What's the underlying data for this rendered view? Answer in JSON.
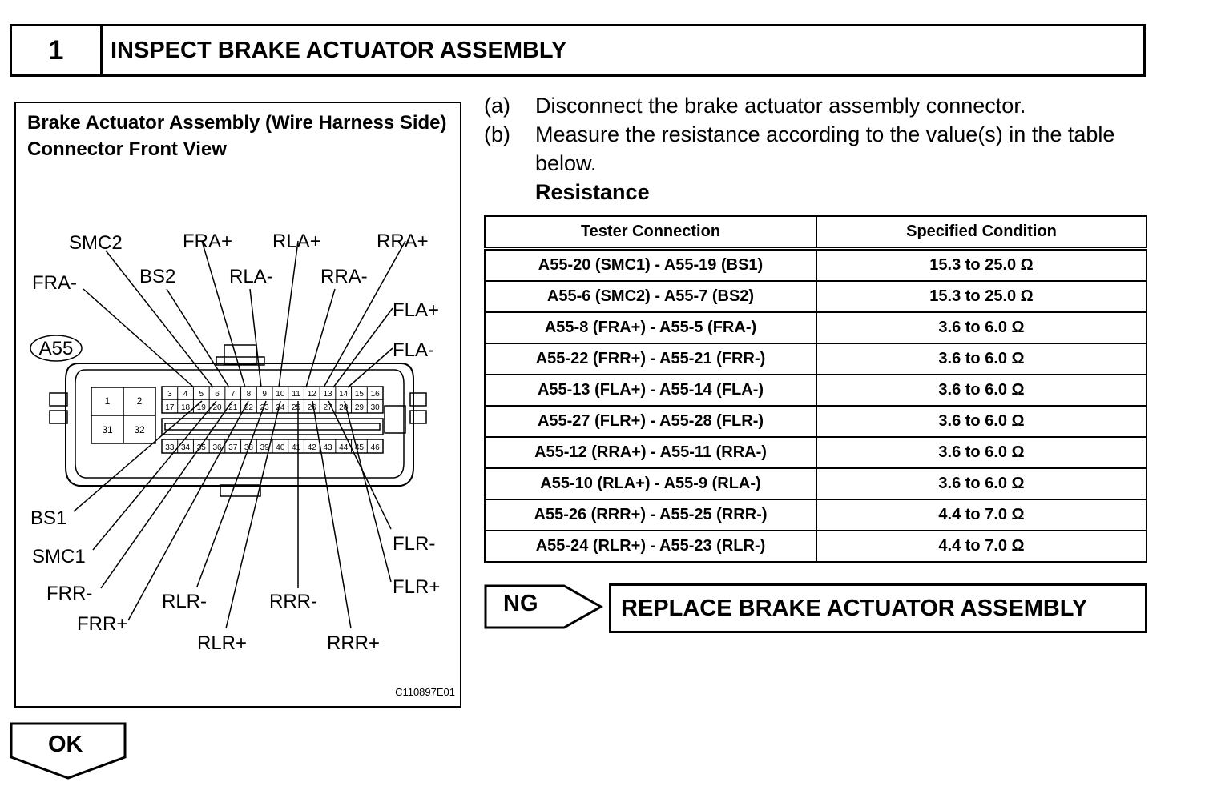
{
  "header": {
    "step_number": "1",
    "title": "INSPECT BRAKE ACTUATOR ASSEMBLY"
  },
  "figure": {
    "title": "Brake Actuator Assembly (Wire Harness Side) Connector Front View",
    "connector_id": "A55",
    "code": "C110897E01",
    "pins_left": [
      "1",
      "2",
      "31",
      "32"
    ],
    "pins_row1": [
      "3",
      "4",
      "5",
      "6",
      "7",
      "8",
      "9",
      "10",
      "11",
      "12",
      "13",
      "14",
      "15",
      "16"
    ],
    "pins_row2": [
      "17",
      "18",
      "19",
      "20",
      "21",
      "22",
      "23",
      "24",
      "25",
      "26",
      "27",
      "28",
      "29",
      "30"
    ],
    "pins_row3": [
      "33",
      "34",
      "35",
      "36",
      "37",
      "38",
      "39",
      "40",
      "41",
      "42",
      "43",
      "44",
      "45",
      "46"
    ],
    "labels": {
      "smc2": "SMC2",
      "fra_plus": "FRA+",
      "rla_plus": "RLA+",
      "rra_plus": "RRA+",
      "fra_minus": "FRA-",
      "bs2": "BS2",
      "rla_minus": "RLA-",
      "rra_minus": "RRA-",
      "fla_plus": "FLA+",
      "fla_minus": "FLA-",
      "bs1": "BS1",
      "smc1": "SMC1",
      "frr_minus": "FRR-",
      "frr_plus": "FRR+",
      "rlr_minus": "RLR-",
      "rrr_minus": "RRR-",
      "rlr_plus": "RLR+",
      "rrr_plus": "RRR+",
      "flr_minus": "FLR-",
      "flr_plus": "FLR+"
    }
  },
  "instructions": [
    {
      "letter": "(a)",
      "text": "Disconnect the brake actuator assembly connector."
    },
    {
      "letter": "(b)",
      "text": "Measure the resistance according to the value(s) in the table below."
    }
  ],
  "resistance_title": "Resistance",
  "table": {
    "headers": [
      "Tester Connection",
      "Specified Condition"
    ],
    "rows": [
      [
        "A55-20 (SMC1) - A55-19 (BS1)",
        "15.3 to 25.0 Ω"
      ],
      [
        "A55-6 (SMC2) - A55-7 (BS2)",
        "15.3 to 25.0 Ω"
      ],
      [
        "A55-8 (FRA+) - A55-5 (FRA-)",
        "3.6 to 6.0 Ω"
      ],
      [
        "A55-22 (FRR+) - A55-21 (FRR-)",
        "3.6 to 6.0 Ω"
      ],
      [
        "A55-13 (FLA+) - A55-14 (FLA-)",
        "3.6 to 6.0 Ω"
      ],
      [
        "A55-27 (FLR+) - A55-28 (FLR-)",
        "3.6 to 6.0 Ω"
      ],
      [
        "A55-12 (RRA+) - A55-11 (RRA-)",
        "3.6 to 6.0 Ω"
      ],
      [
        "A55-10 (RLA+) - A55-9 (RLA-)",
        "3.6 to 6.0 Ω"
      ],
      [
        "A55-26 (RRR+) - A55-25 (RRR-)",
        "4.4 to 7.0 Ω"
      ],
      [
        "A55-24 (RLR+) - A55-23 (RLR-)",
        "4.4 to 7.0 Ω"
      ]
    ]
  },
  "ng": {
    "label": "NG",
    "action": "REPLACE BRAKE ACTUATOR ASSEMBLY"
  },
  "ok": {
    "label": "OK"
  }
}
